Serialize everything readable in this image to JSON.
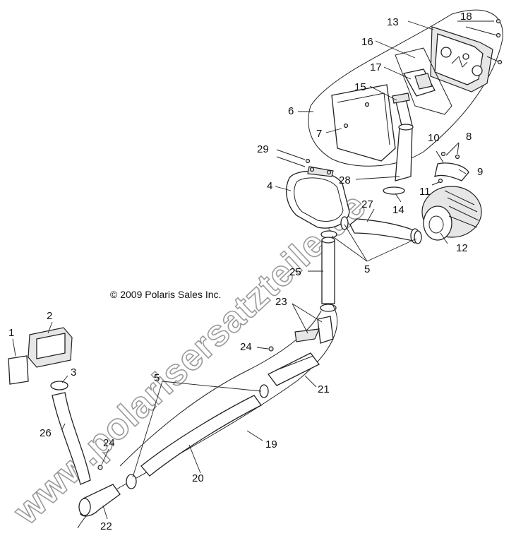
{
  "copyright": "© 2009 Polaris Sales Inc.",
  "watermark": "www.polarisersatzteile.de",
  "callouts": {
    "c1": "1",
    "c2": "2",
    "c3": "3",
    "c4": "4",
    "c5a": "5",
    "c5b": "5",
    "c6": "6",
    "c7": "7",
    "c8": "8",
    "c9": "9",
    "c10": "10",
    "c11": "11",
    "c12": "12",
    "c13": "13",
    "c14": "14",
    "c15": "15",
    "c16": "16",
    "c17": "17",
    "c18": "18",
    "c19": "19",
    "c20": "20",
    "c21": "21",
    "c22": "22",
    "c23": "23",
    "c24a": "24",
    "c24b": "24",
    "c25": "25",
    "c26": "26",
    "c27": "27",
    "c28": "28",
    "c29": "29"
  },
  "colors": {
    "line": "#222222",
    "watermark_outline": "#9a9a9a",
    "fill": "#ffffff"
  }
}
